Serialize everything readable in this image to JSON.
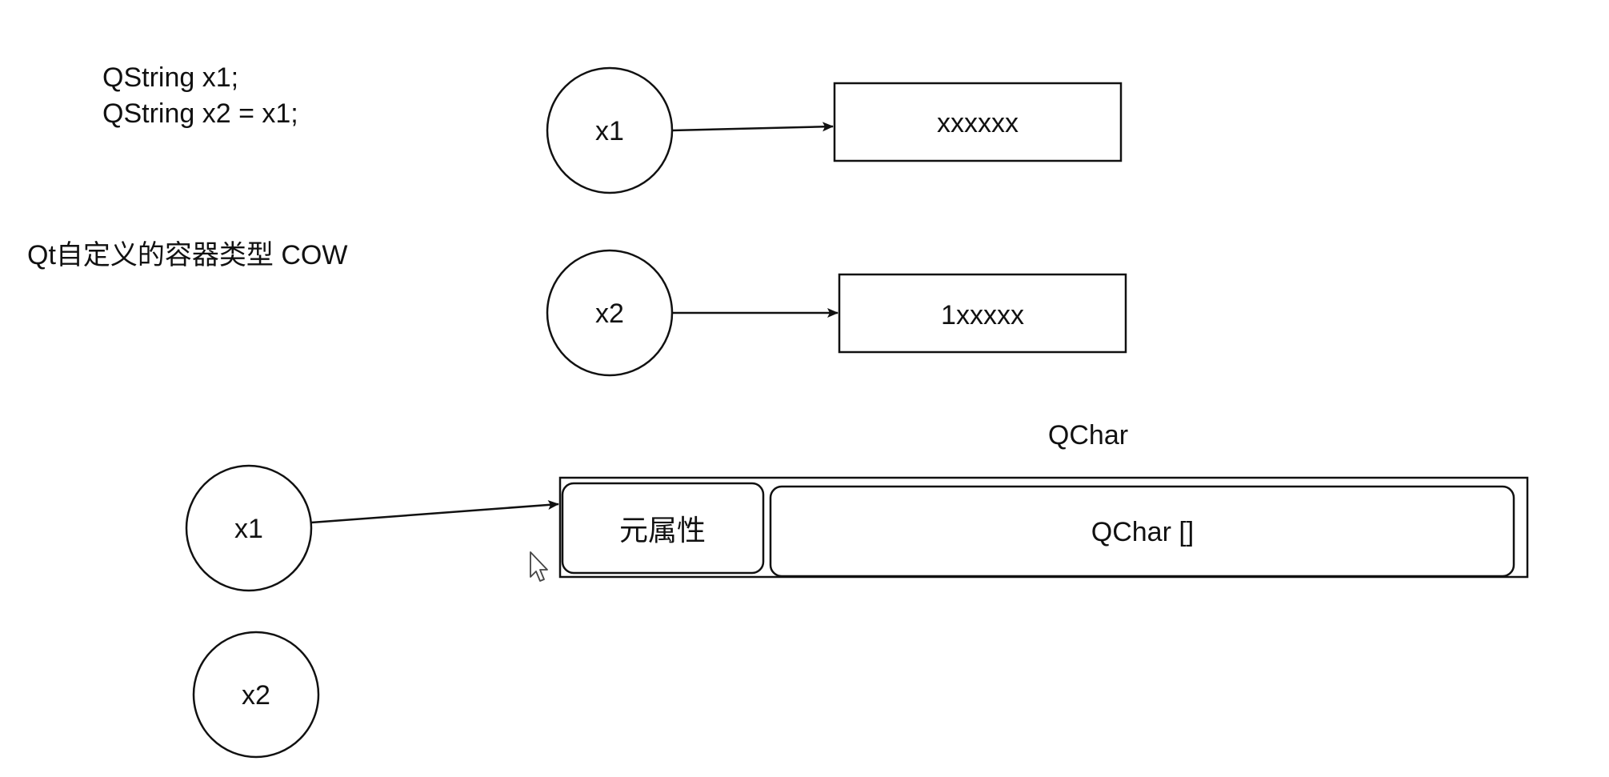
{
  "code": {
    "line1": "QString x1;",
    "line2": "QString x2 = x1;"
  },
  "caption": "Qt自定义的容器类型  COW",
  "top_diagram": {
    "var1": "x1",
    "value1": "xxxxxx",
    "var2": "x2",
    "value2": "1xxxxx"
  },
  "bottom_diagram": {
    "container_title": "QChar",
    "var1": "x1",
    "var2": "x2",
    "meta_cell": "元属性",
    "array_cell": "QChar []"
  },
  "colors": {
    "stroke": "#111111",
    "background": "#ffffff"
  }
}
